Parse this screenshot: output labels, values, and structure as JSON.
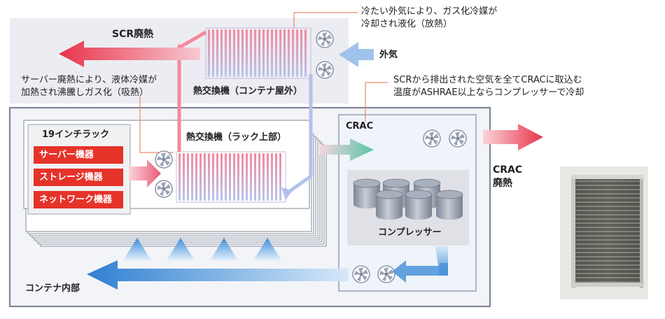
{
  "labels": {
    "scr_exhaust": "SCR廃熱",
    "outside_air": "外気",
    "note_top": [
      "冷たい外気により、ガス化冷媒が",
      "冷却され液化（放熱）"
    ],
    "note_left": [
      "サーバー廃熱により、液体冷媒が",
      "加熱され沸騰しガス化（吸熱）"
    ],
    "note_right": [
      "SCRから排出された空気を全てCRACに取込む",
      "温度がASHRAE以上ならコンプレッサーで冷却"
    ],
    "hx_outside": "熱交換機（コンテナ屋外）",
    "hx_rack": "熱交換機（ラック上部）",
    "rack_title": "19インチラック",
    "rack_items": [
      "サーバー機器",
      "ストレージ機器",
      "ネットワーク機器"
    ],
    "crac": "CRAC",
    "crac_exhaust": [
      "CRAC",
      "廃熱"
    ],
    "compressor": "コンプレッサー",
    "container_inside": "コンテナ内部"
  },
  "colors": {
    "hot": "#e8334a",
    "cool": "#4b93d9",
    "rack_red": "#e6332a",
    "panel_gray": "#ecedf3"
  },
  "icons": [
    "fan-icon",
    "cylinder-icon",
    "arrow-icon"
  ]
}
